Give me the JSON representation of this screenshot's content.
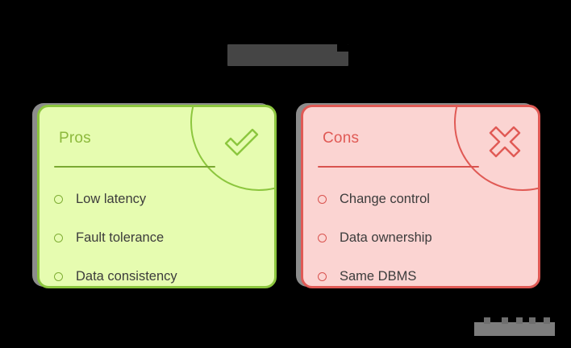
{
  "page": {
    "background_color": "#000000",
    "title_redacted": true,
    "title_text": ""
  },
  "cards": [
    {
      "id": "pros",
      "title": "Pros",
      "icon": "check-icon",
      "accent_color": "#8cc63e",
      "title_color": "#8cb93c",
      "background_color": "#e6fcb0",
      "items": [
        "Low latency",
        "Fault tolerance",
        "Data consistency"
      ]
    },
    {
      "id": "cons",
      "title": "Cons",
      "icon": "cross-icon",
      "accent_color": "#e05a55",
      "title_color": "#e05a55",
      "background_color": "#fbd4d2",
      "items": [
        "Change control",
        "Data ownership",
        "Same DBMS"
      ]
    }
  ],
  "watermark": {
    "redacted": true,
    "text": ""
  }
}
